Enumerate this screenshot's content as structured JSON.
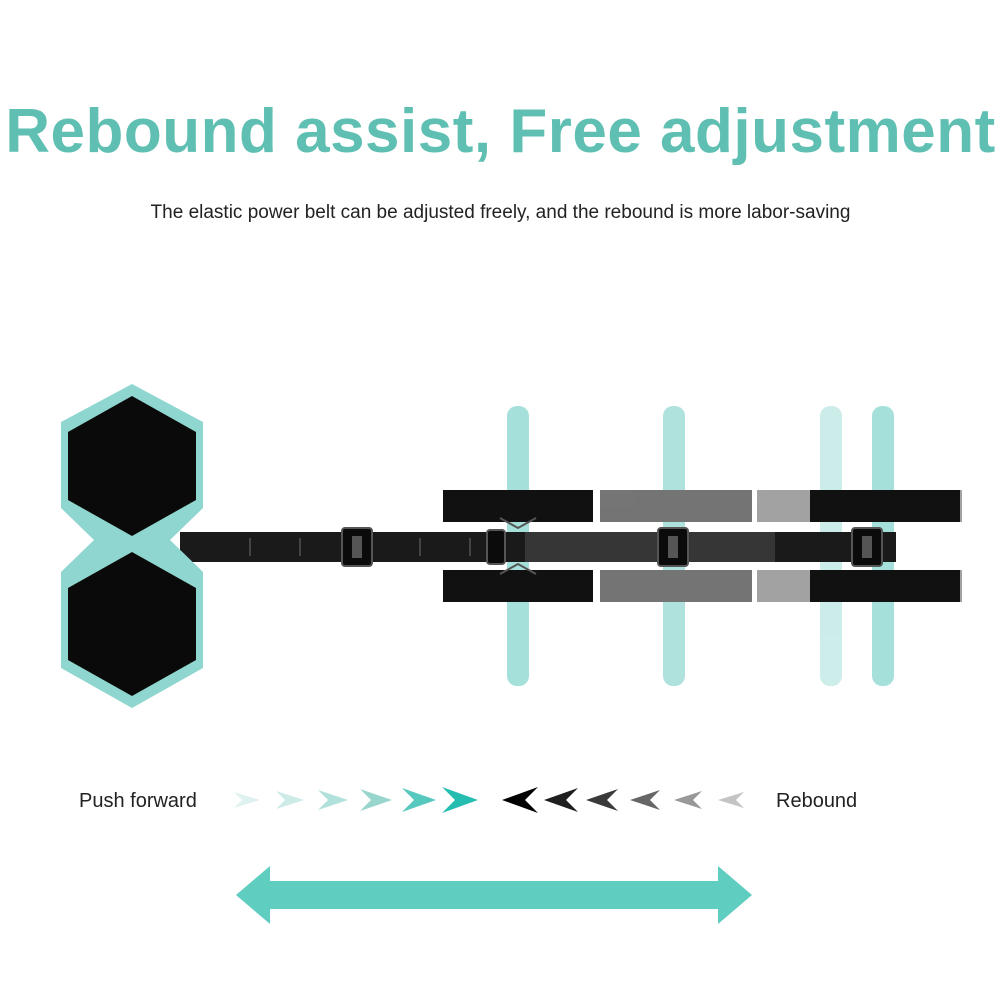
{
  "headline": "Rebound assist, Free adjustment",
  "subheadline": "The elastic power belt can be adjusted freely, and the rebound is more labor-saving",
  "motion": {
    "push_label": "Push forward",
    "rebound_label": "Rebound",
    "push_arrow_count": 6,
    "rebound_arrow_count": 6
  },
  "colors": {
    "accent": "#5fbfb2",
    "wheel_teal": "#8ed6cf",
    "handle_teal": "#a5e1da",
    "text": "#222222",
    "dark": "#111111"
  },
  "icons": {
    "push_arrows": "chevron-right-icon",
    "rebound_arrows": "chevron-left-icon",
    "range_arrow": "double-headed-arrow-icon"
  }
}
